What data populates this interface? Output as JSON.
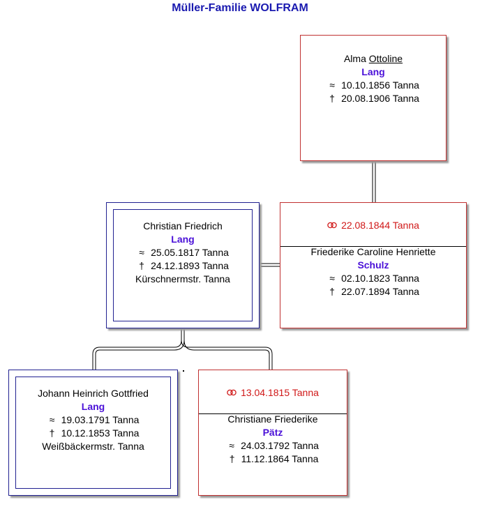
{
  "title": "Müller-Familie WOLFRAM",
  "symbols": {
    "born": "≈",
    "died": "†"
  },
  "alma": {
    "first": "Alma",
    "middle": "Ottoline",
    "surname": "Lang",
    "born": "10.10.1856 Tanna",
    "died": "20.08.1906 Tanna"
  },
  "christian": {
    "given": "Christian Friedrich",
    "surname": "Lang",
    "born": "25.05.1817 Tanna",
    "died": "24.12.1893 Tanna",
    "occupation": "Kürschnermstr. Tanna"
  },
  "friederike": {
    "marriage": "22.08.1844 Tanna",
    "given": "Friederike Caroline Henriette",
    "surname": "Schulz",
    "born": "02.10.1823 Tanna",
    "died": "22.07.1894 Tanna"
  },
  "johann": {
    "given": "Johann Heinrich Gottfried",
    "surname": "Lang",
    "born": "19.03.1791 Tanna",
    "died": "10.12.1853 Tanna",
    "occupation": "Weißbäckermstr. Tanna"
  },
  "christiane": {
    "marriage": "13.04.1815 Tanna",
    "given": "Christiane Friederike",
    "surname": "Pätz",
    "born": "24.03.1792 Tanna",
    "died": "11.12.1864 Tanna"
  }
}
